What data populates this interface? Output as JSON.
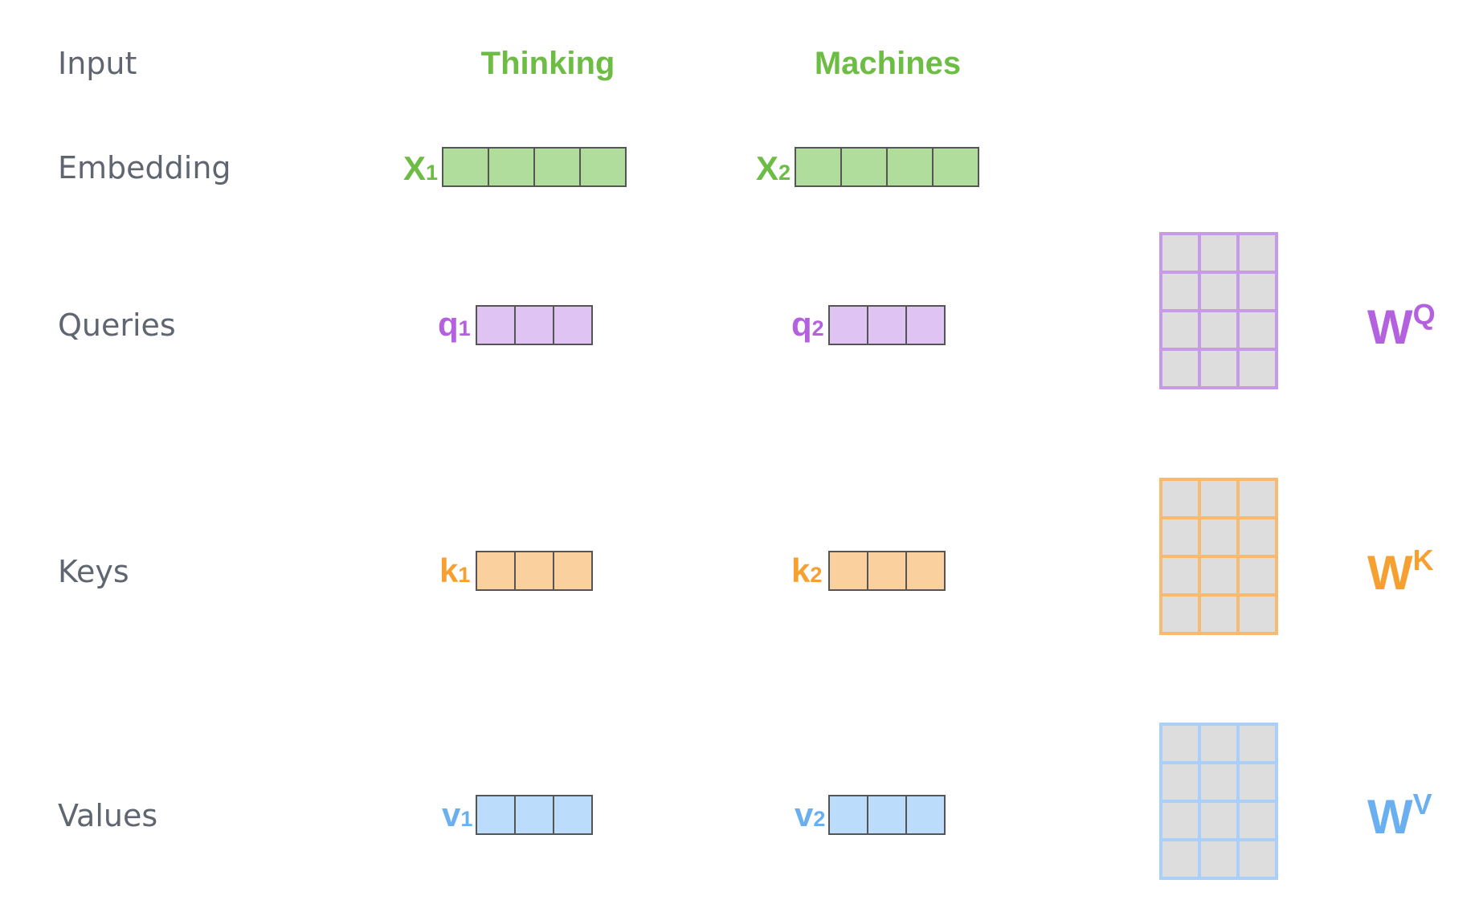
{
  "rows": {
    "input": "Input",
    "embedding": "Embedding",
    "queries": "Queries",
    "keys": "Keys",
    "values": "Values"
  },
  "words": [
    "Thinking",
    "Machines"
  ],
  "embeddings": [
    {
      "label": "X",
      "sub": "1",
      "cells": 4
    },
    {
      "label": "X",
      "sub": "2",
      "cells": 4
    }
  ],
  "queries": [
    {
      "label": "q",
      "sub": "1",
      "cells": 3
    },
    {
      "label": "q",
      "sub": "2",
      "cells": 3
    }
  ],
  "keys": [
    {
      "label": "k",
      "sub": "1",
      "cells": 3
    },
    {
      "label": "k",
      "sub": "2",
      "cells": 3
    }
  ],
  "values": [
    {
      "label": "v",
      "sub": "1",
      "cells": 3
    },
    {
      "label": "v",
      "sub": "2",
      "cells": 3
    }
  ],
  "weights": [
    {
      "label": "W",
      "sup": "Q",
      "rows": 4,
      "cols": 3
    },
    {
      "label": "W",
      "sup": "K",
      "rows": 4,
      "cols": 3
    },
    {
      "label": "W",
      "sup": "V",
      "rows": 4,
      "cols": 3
    }
  ],
  "colors": {
    "label_gray": "#5f6670",
    "green_text": "#6dbd45",
    "green_fill": "#b0dd9b",
    "purple_text": "#b361df",
    "purple_fill": "#dfc3f3",
    "purple_border": "#c79ae9",
    "orange_text": "#f5a031",
    "orange_fill": "#f9d09e",
    "orange_border": "#f6bb70",
    "blue_text": "#6aaff0",
    "blue_fill": "#bcdcfb",
    "blue_border": "#a8d0fa",
    "cell_border": "#555555",
    "matrix_cell": "#dddddd"
  }
}
